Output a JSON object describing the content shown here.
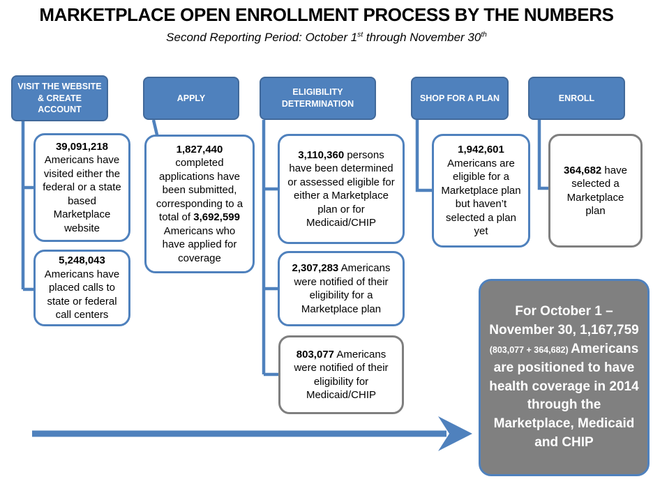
{
  "title": "MARKETPLACE OPEN ENROLLMENT PROCESS BY THE NUMBERS",
  "subtitle": {
    "part1": "Second Reporting Period: October 1",
    "sup1": "st",
    "part2": " through November 30",
    "sup2": "th"
  },
  "colors": {
    "accent_blue": "#4f81bd",
    "gray_border": "#7f7f7f",
    "summary_fill": "#808080",
    "text_on_blue": "#ffffff"
  },
  "columns": [
    {
      "header": "VISIT THE WEBSITE & CREATE ACCOUNT",
      "boxes": [
        {
          "border": "blue",
          "segments": [
            {
              "t": "39,091,218",
              "b": true
            },
            {
              "t": " Americans have visited either the federal or a state based Marketplace website"
            }
          ]
        },
        {
          "border": "blue",
          "segments": [
            {
              "t": "5,248,043",
              "b": true
            },
            {
              "t": " Americans have placed calls to state or federal call centers"
            }
          ]
        }
      ]
    },
    {
      "header": "APPLY",
      "boxes": [
        {
          "border": "blue",
          "segments": [
            {
              "t": "1,827,440",
              "b": true
            },
            {
              "t": " completed applications have been submitted, corresponding to a total of "
            },
            {
              "t": "3,692,599",
              "b": true
            },
            {
              "t": " Americans who have applied for coverage"
            }
          ]
        }
      ]
    },
    {
      "header": "ELIGIBILITY DETERMINATION",
      "boxes": [
        {
          "border": "blue",
          "segments": [
            {
              "t": "3,110,360",
              "b": true
            },
            {
              "t": " persons have been determined or assessed eligible for either a Marketplace plan or for Medicaid/CHIP"
            }
          ]
        },
        {
          "border": "blue",
          "segments": [
            {
              "t": "2,307,283",
              "b": true
            },
            {
              "t": " Americans were notified of their eligibility for a Marketplace plan"
            }
          ]
        },
        {
          "border": "gray",
          "segments": [
            {
              "t": "803,077",
              "b": true
            },
            {
              "t": " Americans were notified of their eligibility for Medicaid/CHIP"
            }
          ]
        }
      ]
    },
    {
      "header": "SHOP FOR A PLAN",
      "boxes": [
        {
          "border": "blue",
          "segments": [
            {
              "t": "1,942,601",
              "b": true
            },
            {
              "t": " Americans are eligible for a Marketplace plan but haven’t selected a plan yet"
            }
          ]
        }
      ]
    },
    {
      "header": "ENROLL",
      "boxes": [
        {
          "border": "gray",
          "segments": [
            {
              "t": "364,682",
              "b": true
            },
            {
              "t": " have selected a Marketplace plan"
            }
          ]
        }
      ]
    }
  ],
  "summary": {
    "segments": [
      {
        "t": "For October 1 – November 30, 1,167,759 ",
        "b": true
      },
      {
        "t": "(803,077 + 364,682) ",
        "b": true,
        "sm": true
      },
      {
        "t": "Americans are positioned to have health coverage in 2014 through the Marketplace, Medicaid and CHIP",
        "b": true
      }
    ]
  }
}
